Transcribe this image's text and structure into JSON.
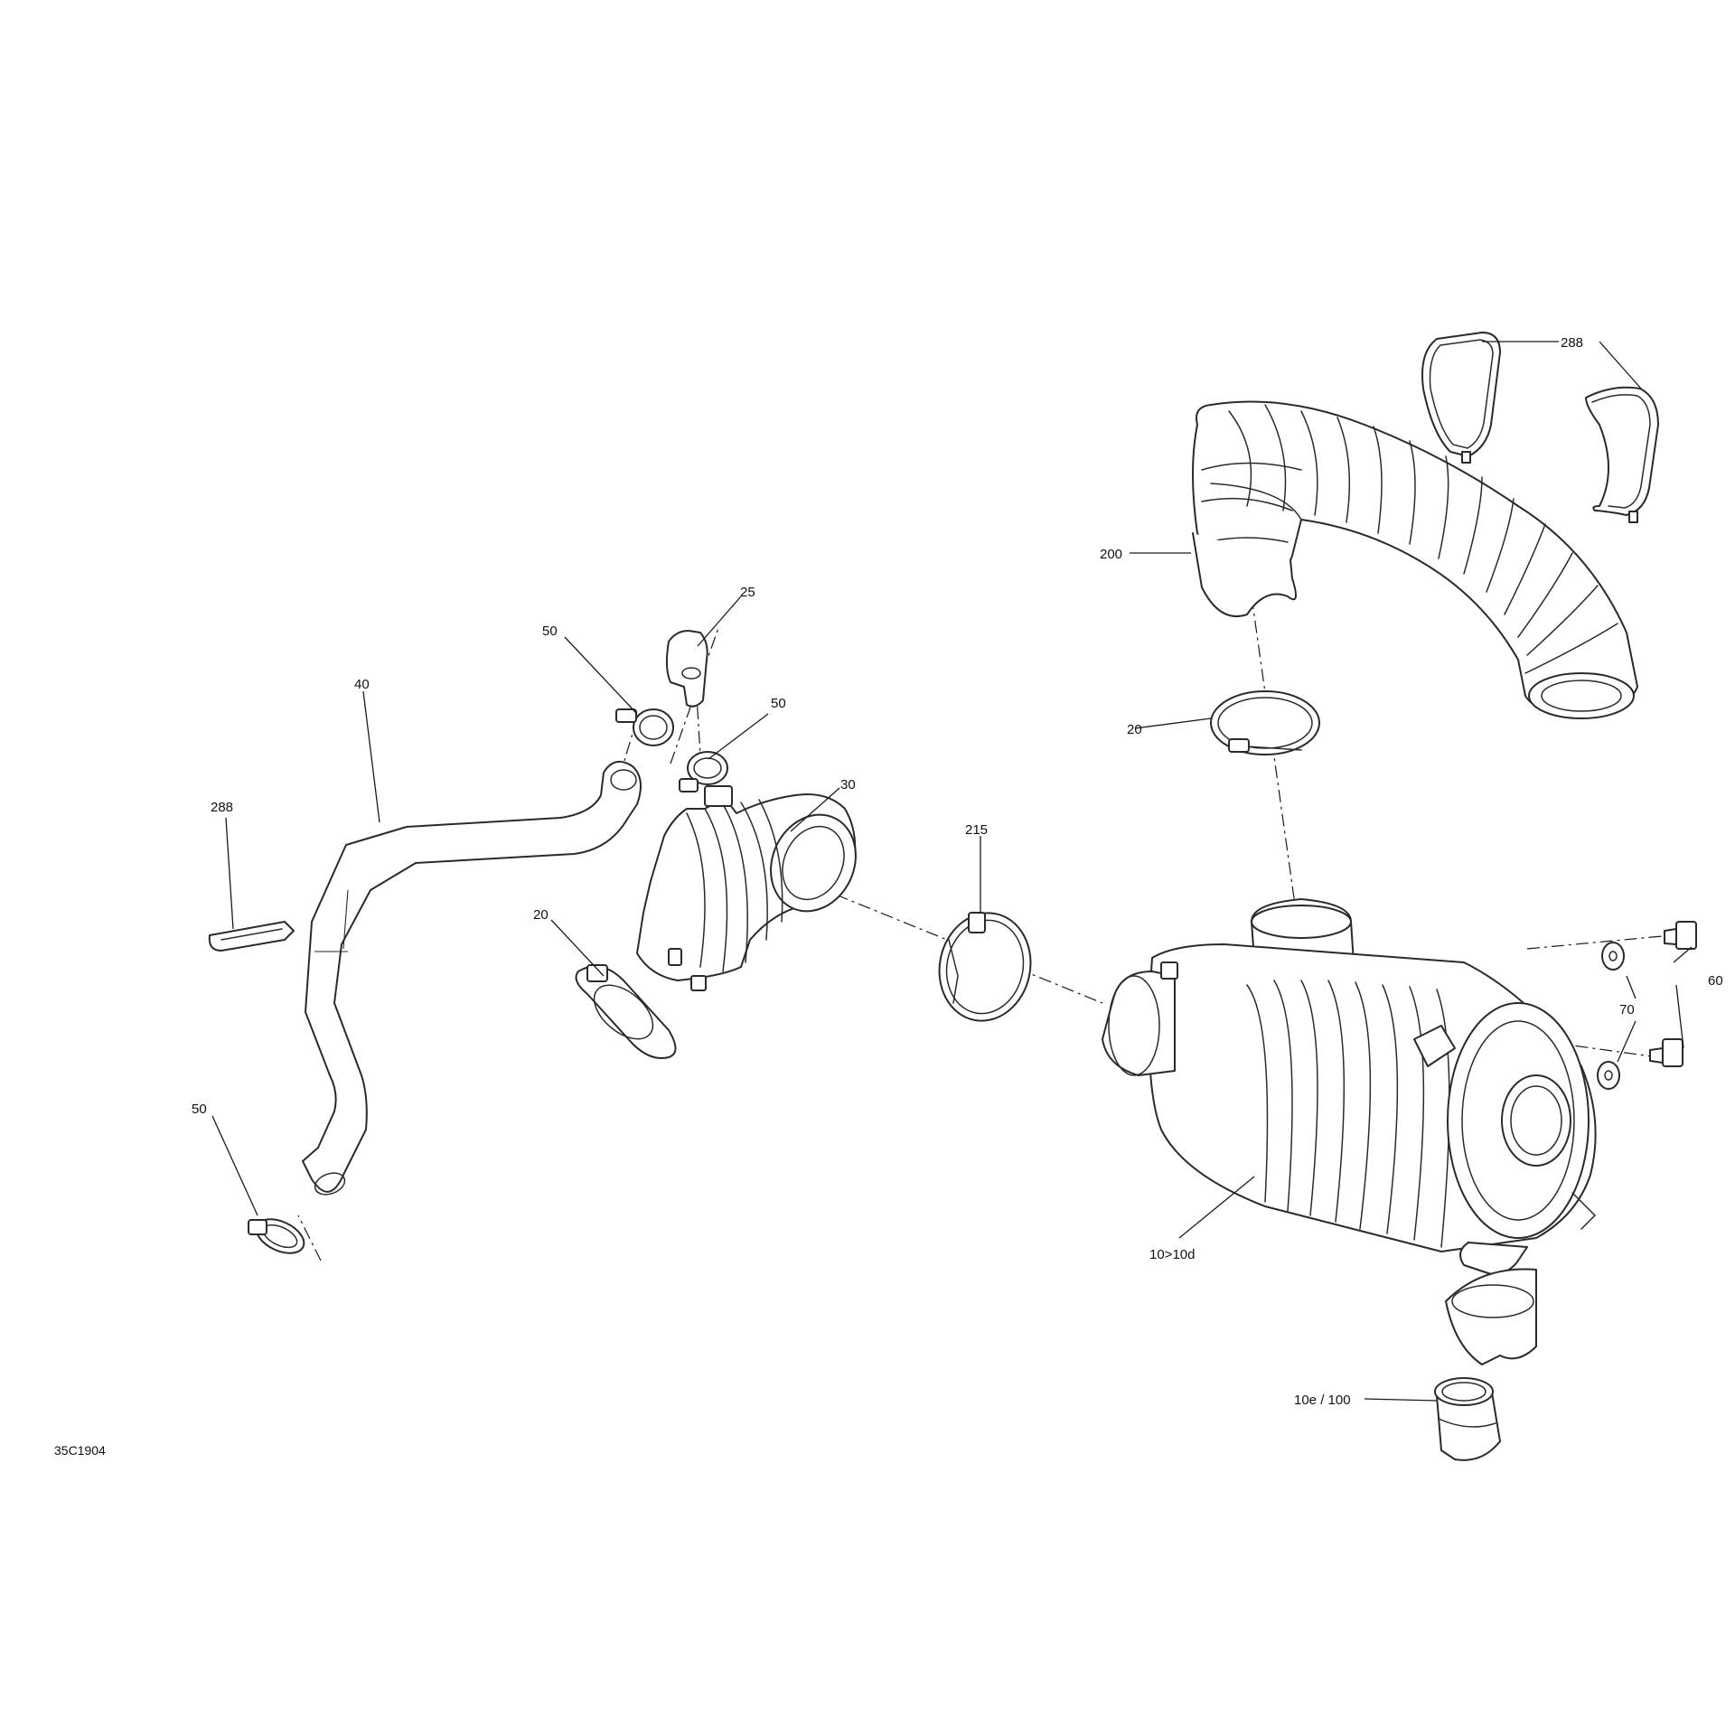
{
  "labels": {
    "l288_top": "288",
    "l200": "200",
    "l20_right": "20",
    "l25": "25",
    "l50_top": "50",
    "l50_mid": "50",
    "l40": "40",
    "l288_left": "288",
    "l30": "30",
    "l20_left": "20",
    "l215": "215",
    "l60": "60",
    "l70": "70",
    "l50_bottom": "50",
    "l10_10d": "10>10d",
    "l10e_100": "10e / 100",
    "drawing_code": "35C1904"
  }
}
